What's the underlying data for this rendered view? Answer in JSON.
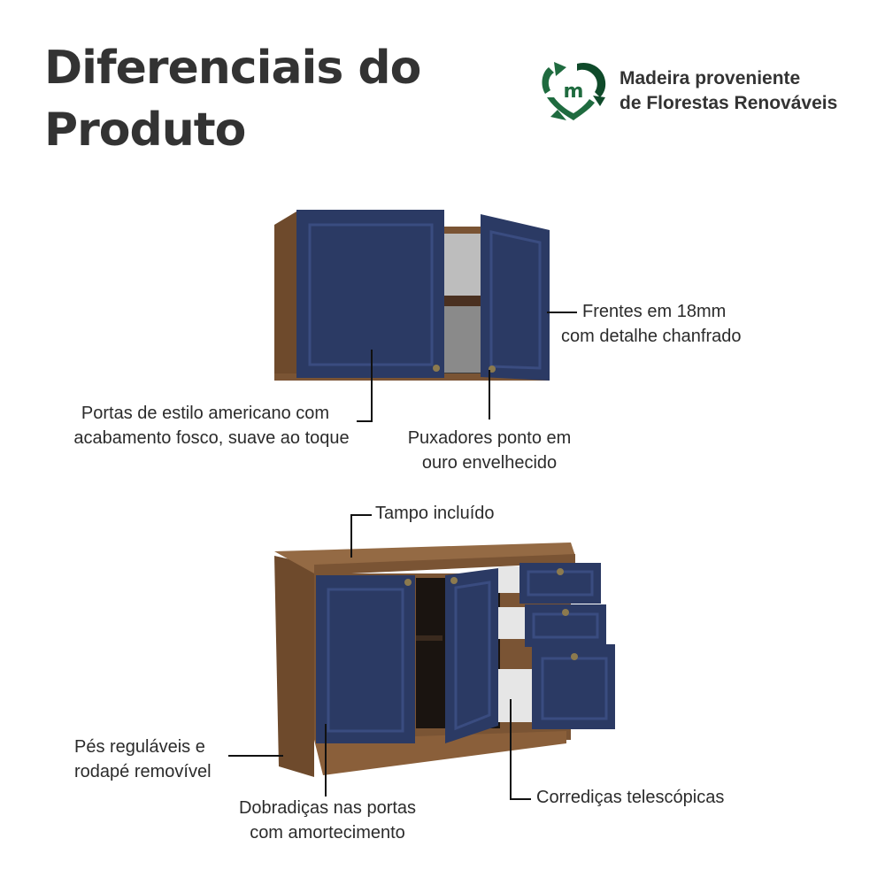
{
  "header": {
    "title_line1": "Diferenciais do",
    "title_line2": "Produto"
  },
  "badge": {
    "icon": "recycle-heart-m-icon",
    "letter": "m",
    "line1": "Madeira proveniente",
    "line2": "de Florestas Renováveis",
    "color_primary": "#1f6b3f",
    "color_dark": "#0f4a2a"
  },
  "colors": {
    "door_blue": "#2b3a64",
    "door_frame": "#35477a",
    "wood": "#7a5434",
    "wood_light": "#946a44",
    "text": "#2b2b2b"
  },
  "upper_cabinet": {
    "callouts": {
      "fronts": {
        "line1": "Frentes em 18mm",
        "line2": "com detalhe chanfrado"
      },
      "doors": {
        "line1": "Portas de estilo americano com",
        "line2": "acabamento fosco, suave ao toque"
      },
      "handles": {
        "line1": "Puxadores ponto em",
        "line2": "ouro envelhecido"
      }
    }
  },
  "lower_cabinet": {
    "callouts": {
      "top": {
        "line1": "Tampo incluído"
      },
      "feet": {
        "line1": "Pés reguláveis e",
        "line2": "rodapé removível"
      },
      "hinges": {
        "line1": "Dobradiças nas portas",
        "line2": "com amortecimento"
      },
      "slides": {
        "line1": "Corrediças telescópicas"
      }
    }
  }
}
